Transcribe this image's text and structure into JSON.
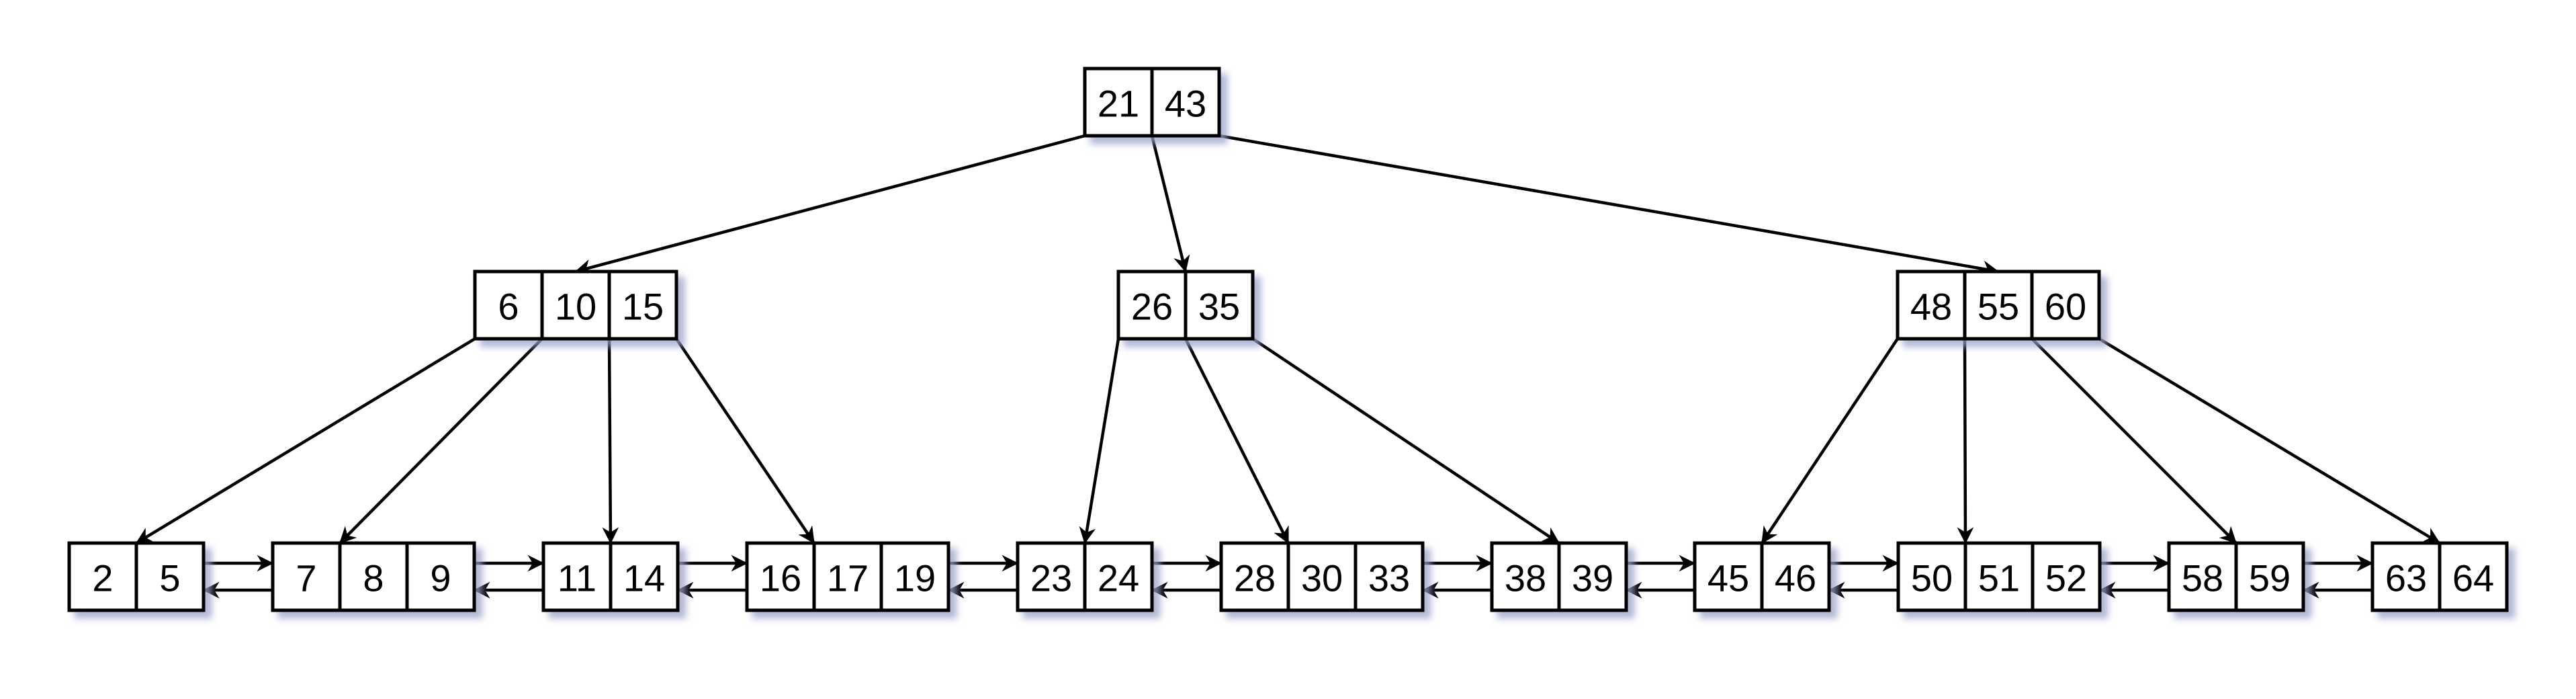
{
  "tree": {
    "root": {
      "keys": [
        "21",
        "43"
      ]
    },
    "internal": [
      {
        "keys": [
          "6",
          "10",
          "15"
        ]
      },
      {
        "keys": [
          "26",
          "35"
        ]
      },
      {
        "keys": [
          "48",
          "55",
          "60"
        ]
      }
    ],
    "leaves": [
      {
        "keys": [
          "2",
          "5"
        ]
      },
      {
        "keys": [
          "7",
          "8",
          "9"
        ]
      },
      {
        "keys": [
          "11",
          "14"
        ]
      },
      {
        "keys": [
          "16",
          "17",
          "19"
        ]
      },
      {
        "keys": [
          "23",
          "24"
        ]
      },
      {
        "keys": [
          "28",
          "30",
          "33"
        ]
      },
      {
        "keys": [
          "38",
          "39"
        ]
      },
      {
        "keys": [
          "45",
          "46"
        ]
      },
      {
        "keys": [
          "50",
          "51",
          "52"
        ]
      },
      {
        "keys": [
          "58",
          "59"
        ]
      },
      {
        "keys": [
          "63",
          "64"
        ]
      }
    ],
    "edges": {
      "root": [
        0,
        1,
        2
      ],
      "internal": [
        [
          0,
          1,
          2,
          3
        ],
        [
          4,
          5,
          6
        ],
        [
          7,
          8,
          9,
          10
        ]
      ]
    }
  },
  "colors": {
    "stroke": "#000000",
    "fill": "#ffffff",
    "shadow": "#9aa0c8"
  }
}
